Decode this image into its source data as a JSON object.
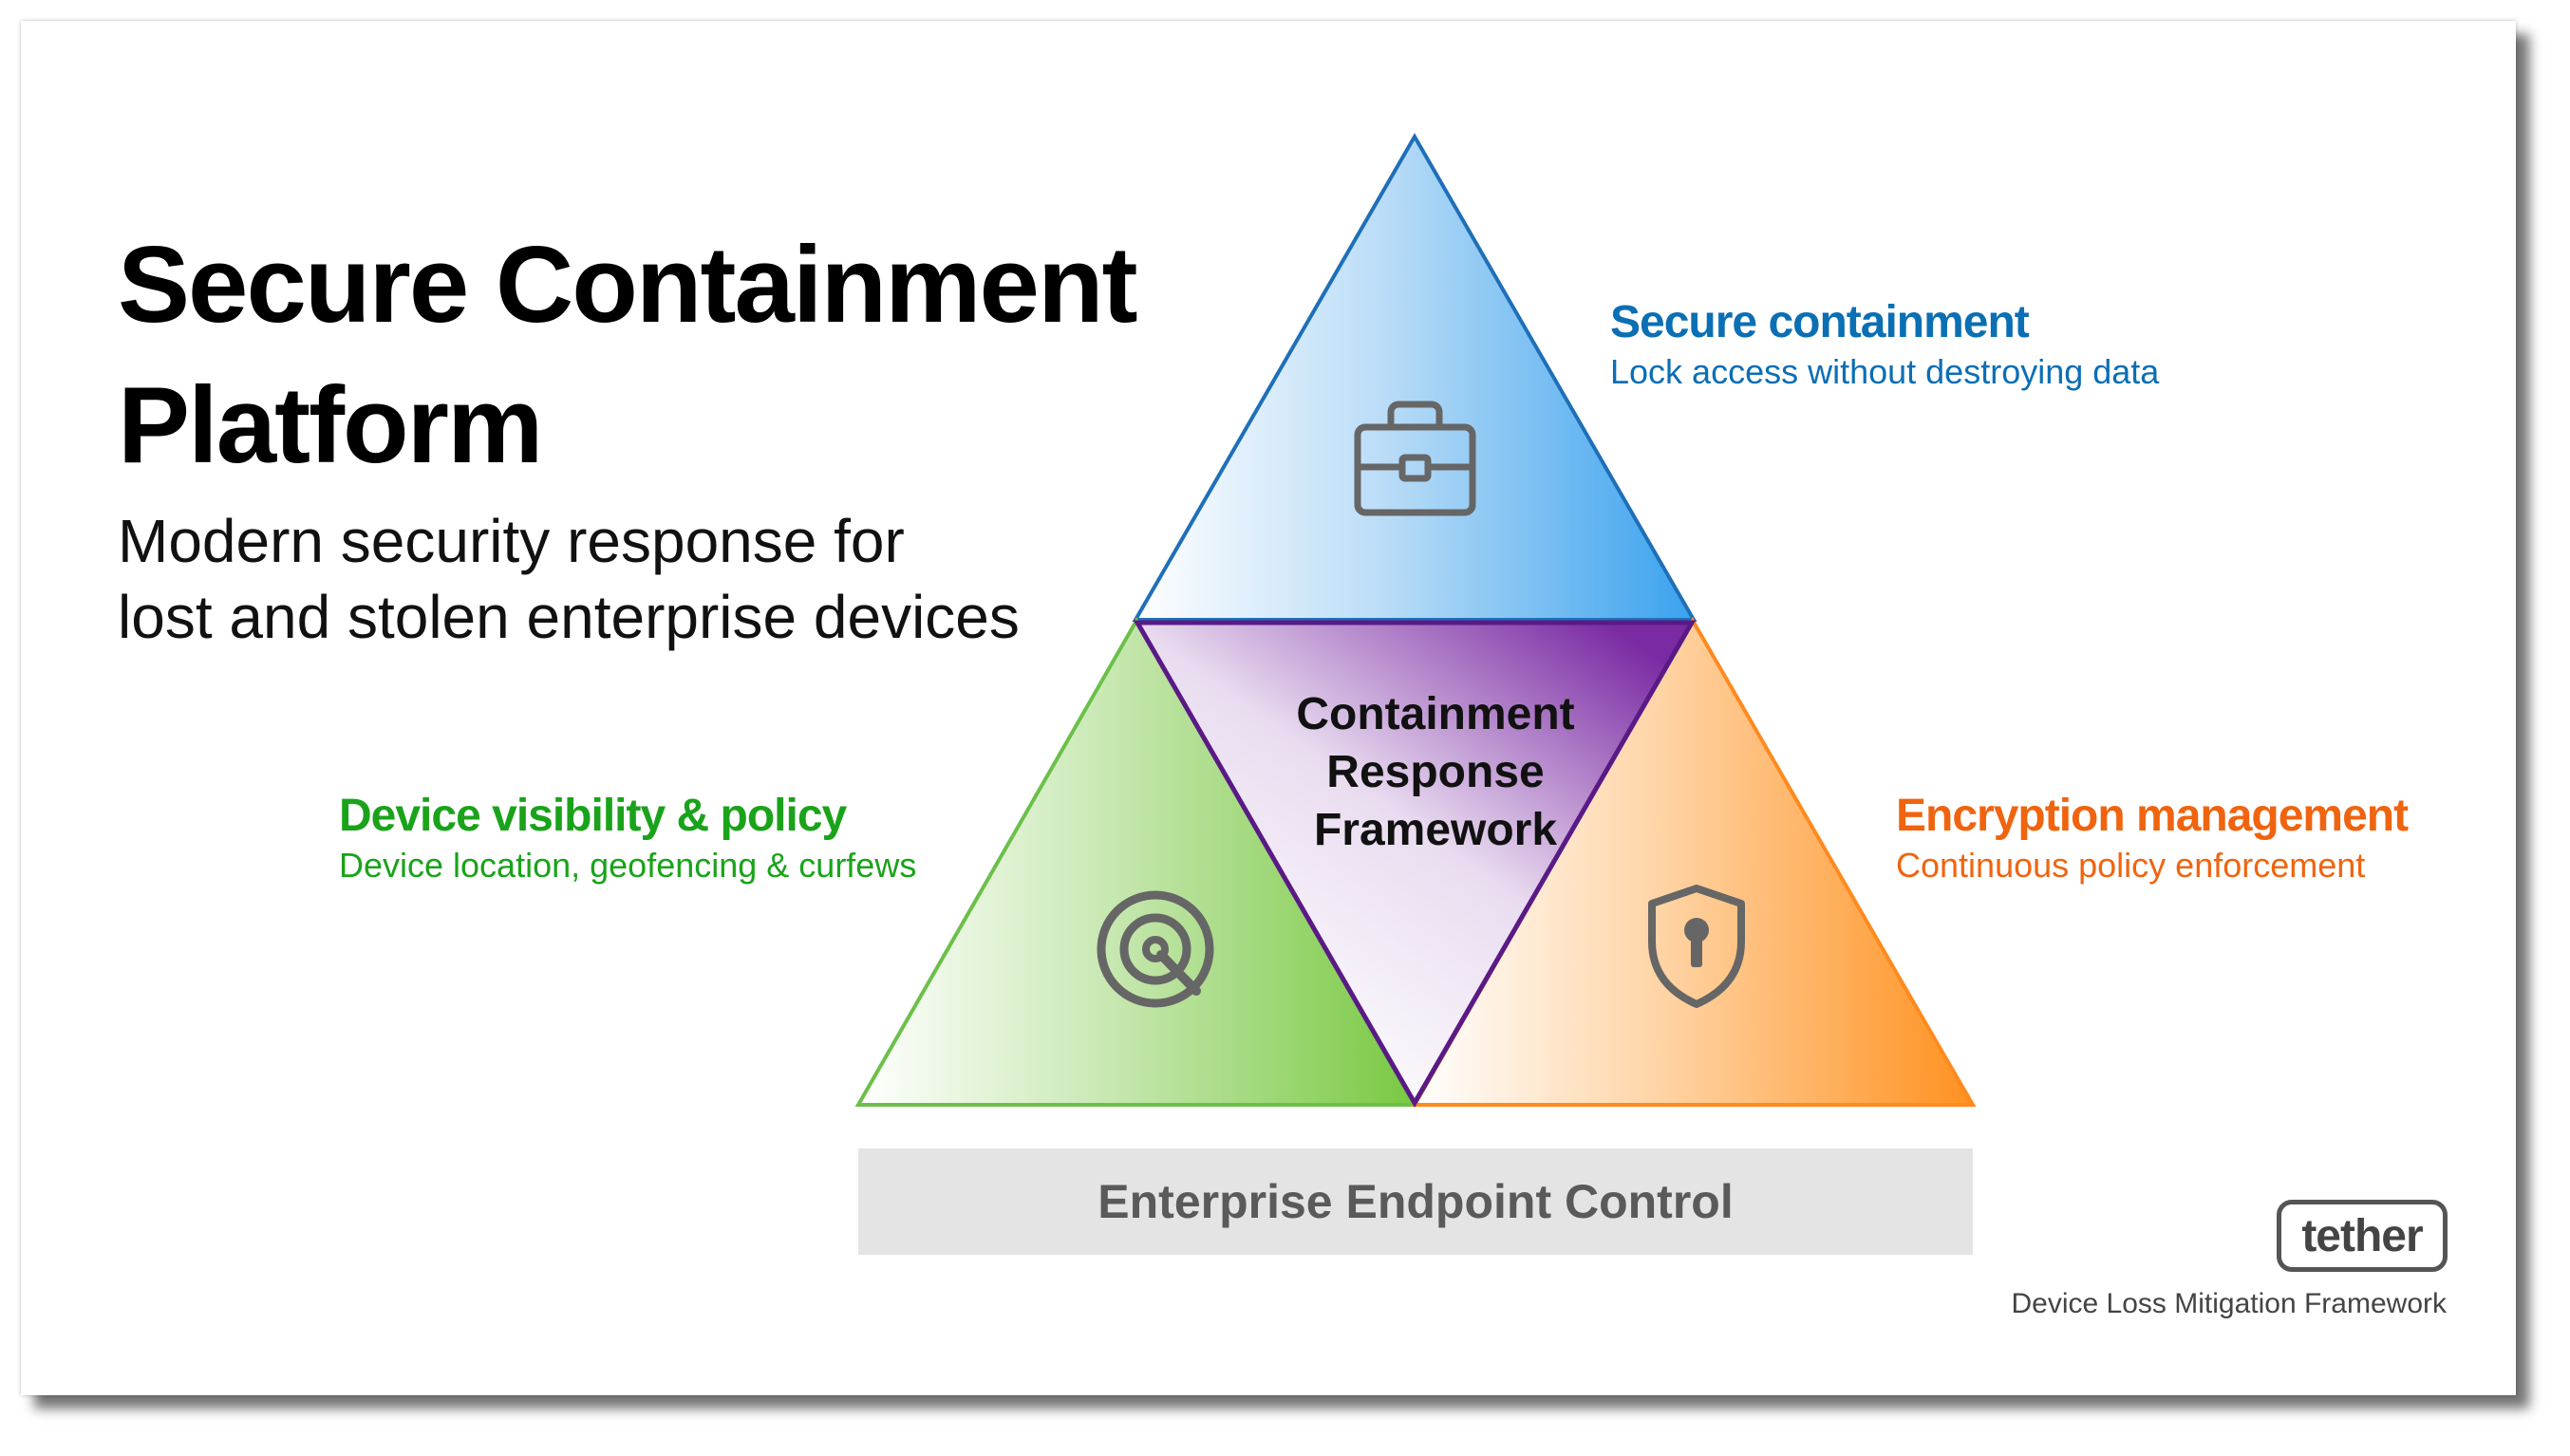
{
  "header": {
    "title_line1": "Secure Containment",
    "title_line2": "Platform",
    "subtitle_line1": "Modern security response for",
    "subtitle_line2": "lost and stolen enterprise devices"
  },
  "segments": {
    "top": {
      "title": "Secure containment",
      "subtitle": "Lock access without destroying data",
      "icon": "briefcase-icon",
      "color": "#0b6fb4"
    },
    "left": {
      "title": "Device visibility & policy",
      "subtitle": "Device location, geofencing & curfews",
      "icon": "target-icon",
      "color": "#1aa31a"
    },
    "right": {
      "title": "Encryption management",
      "subtitle": "Continuous policy enforcement",
      "icon": "shield-lock-icon",
      "color": "#f0640f"
    },
    "center": {
      "line1": "Containment",
      "line2": "Response",
      "line3": "Framework",
      "color": "#6a1b9a"
    }
  },
  "base": {
    "label": "Enterprise Endpoint Control"
  },
  "branding": {
    "logo_text": "tether",
    "footer": "Device Loss Mitigation Framework"
  }
}
